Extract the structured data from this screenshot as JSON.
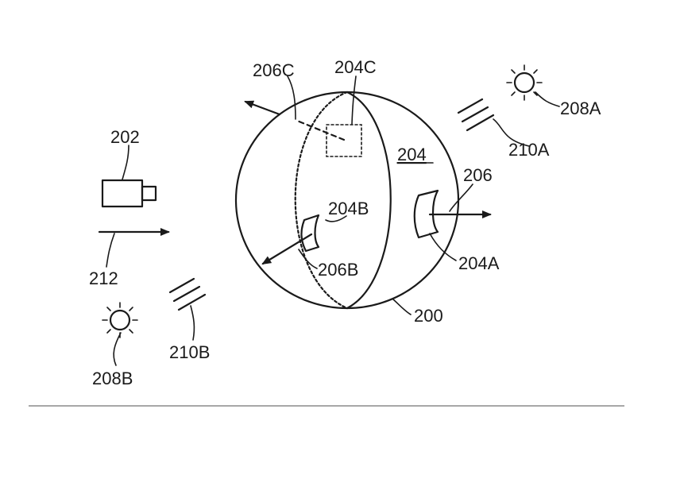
{
  "diagram": {
    "labels": {
      "sphere": "200",
      "camera": "202",
      "surface": "204",
      "marker_a": "204A",
      "marker_b": "204B",
      "marker_c": "204C",
      "normal": "206",
      "normal_b": "206B",
      "normal_c": "206C",
      "light_a": "208A",
      "light_b": "208B",
      "ambient_a": "210A",
      "ambient_b": "210B",
      "view_direction": "212"
    },
    "colors": {
      "ink": "#1a1a1a",
      "rule": "#8a8a8a",
      "background": "#ffffff"
    },
    "icons": {
      "camera": "camera-icon",
      "light_a": "light-source-icon",
      "light_b": "light-source-icon",
      "ambient_a": "ambient-lines-icon",
      "ambient_b": "ambient-lines-icon"
    }
  }
}
